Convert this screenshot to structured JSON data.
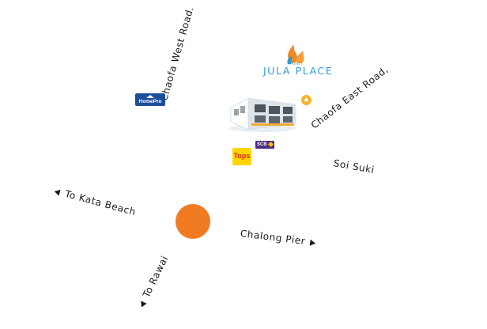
{
  "map": {
    "background": "#ffffff",
    "roundabout_color": "#f07b22",
    "roads": {
      "choafa_west": "Chaofa West Road.",
      "choafa_east": "Chaofa East Road,",
      "soi_suki": "Soi Suki",
      "to_kata": "To Kata Beach",
      "chalong_pier": "Chalong Pier",
      "to_rawai": "To Rawai"
    }
  },
  "logo": {
    "wordmark": "JULA PLACE",
    "tagline": "PHUKET",
    "brand_color": "#2d9bd6",
    "flame_color": "#f08a24"
  },
  "landmarks": {
    "homepro": {
      "name": "HomePro",
      "color": "#1c4e9c",
      "icon": "house-roof-icon"
    },
    "tops": {
      "name": "Tops",
      "color": "#ffd400",
      "text_color": "#e2231a"
    },
    "scb": {
      "name": "SCB",
      "color": "#4b2c82",
      "icon": "diamond-icon"
    },
    "krungsri": {
      "icon": "krungsri-bank-icon",
      "color": "#f1b42f"
    },
    "building": {
      "icon": "building-illustration"
    }
  }
}
